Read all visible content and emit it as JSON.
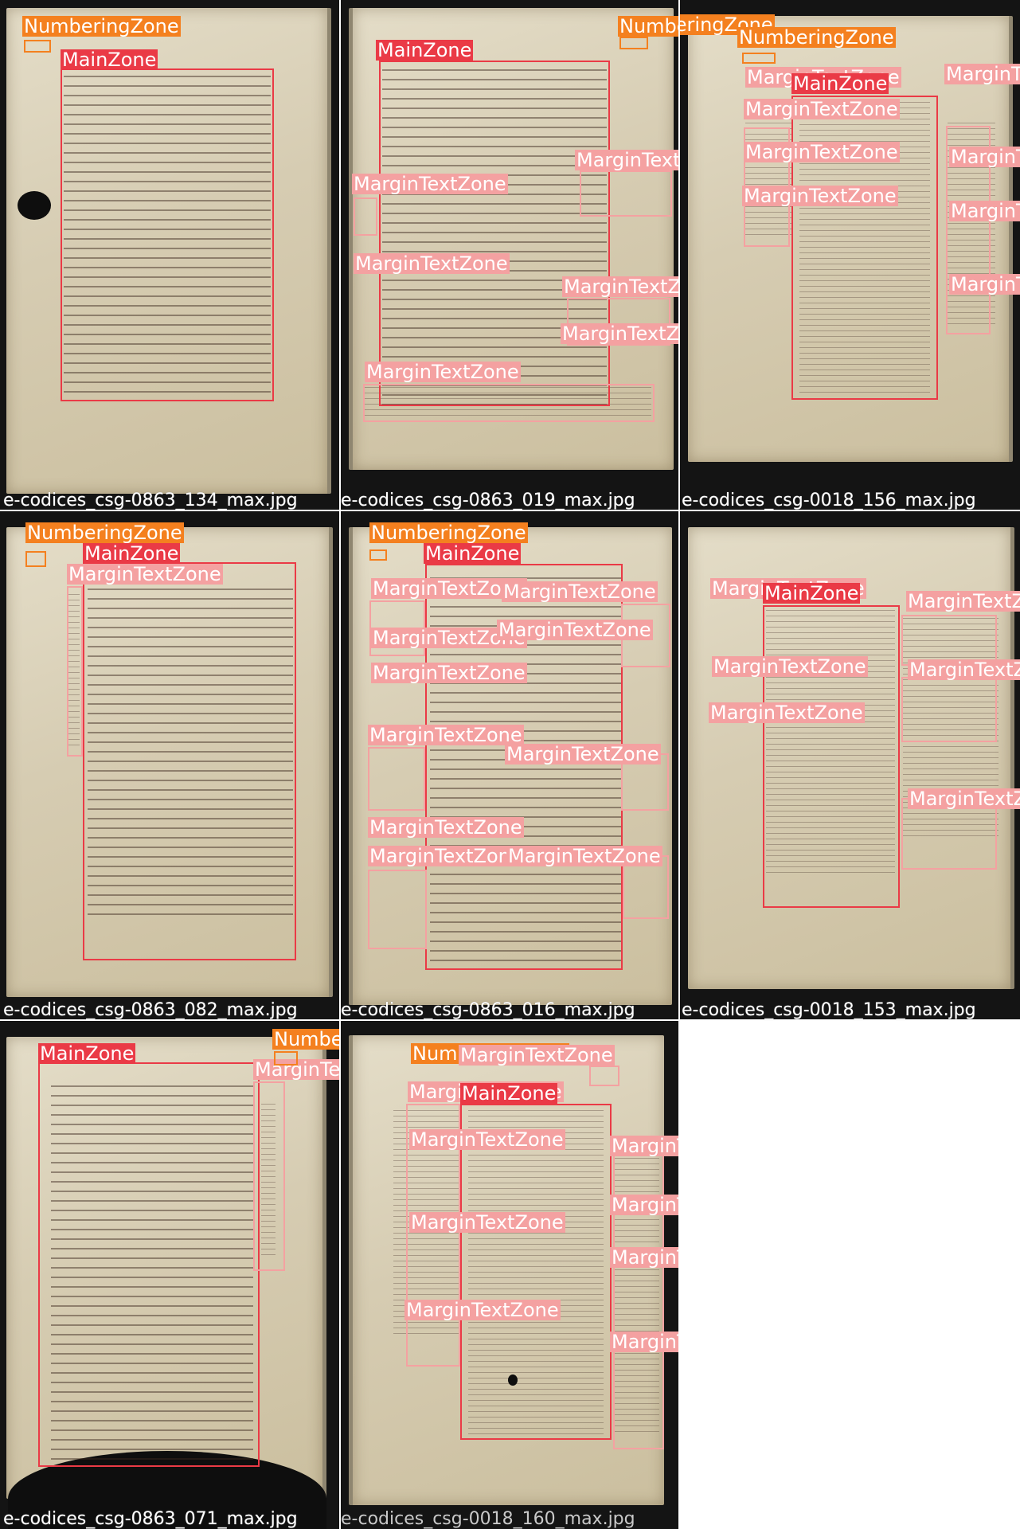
{
  "labels": {
    "main": "MainZone",
    "margin": "MarginTextZone",
    "numbering": "NumberingZone"
  },
  "label_colors": {
    "MainZone": "#ea3a46",
    "MarginTextZone": "#f4a1a1",
    "NumberingZone": "#f4801f"
  },
  "captions": {
    "tile1": "e-codices_csg-0863_134_max.jpg",
    "tile2": "e-codices_csg-0863_019_max.jpg",
    "tile3": "e-codices_csg-0018_156_max.jpg",
    "tile4": "e-codices_csg-0863_082_max.jpg",
    "tile5": "e-codices_csg-0863_016_max.jpg",
    "tile6": "e-codices_csg-0018_153_max.jpg",
    "tile7": "e-codices_csg-0863_071_max.jpg",
    "tile8": "e-codices_csg-0018_160_max.jpg"
  }
}
